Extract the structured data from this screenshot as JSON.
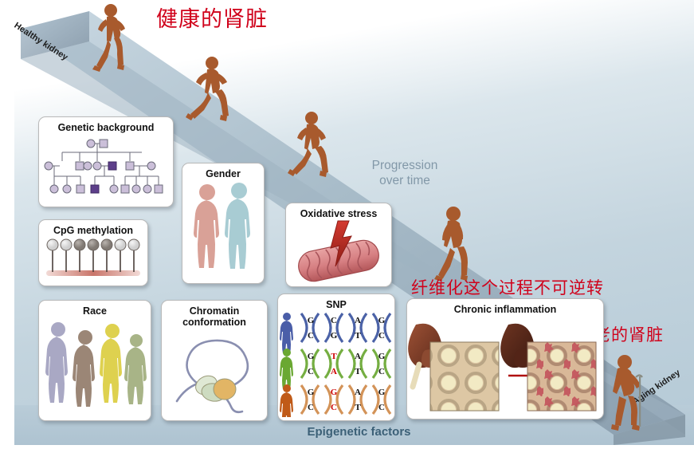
{
  "figure": {
    "type": "scientific-diagram",
    "subject": "Kidney aging progression and epigenetic factors",
    "background_color": "#c3d4de",
    "ramp_color": "#9fb3c1"
  },
  "ramp": {
    "start_label": "Healthy kidney",
    "end_label": "Aging kidney",
    "progression_label": "Progression\nover time",
    "progression_line1": "Progression",
    "progression_line2": "over time"
  },
  "annotations": {
    "healthy_cn": "健康的肾脏",
    "fibrosis_cn": "纤维化这个过程不可逆转",
    "aging_cn": "衰老的肾脏",
    "color": "#d0021b"
  },
  "footer": {
    "label": "Epigenetic factors",
    "color": "#3c6077"
  },
  "cards": [
    {
      "id": "genetic-background",
      "title": "Genetic background",
      "icon": "pedigree-chart",
      "detail": "Three-generation family pedigree with circles (female) and squares (male); two affected individuals filled dark purple"
    },
    {
      "id": "cpg-methylation",
      "title": "CpG methylation",
      "icon": "methylation-lollipops",
      "detail": "Seven lollipop markers on a pink DNA strand; three central markers are darkly shaded (methylated)"
    },
    {
      "id": "gender",
      "title": "Gender",
      "icon": "male-female-silhouettes",
      "detail": "Salmon-pink female silhouette and light blue male silhouette"
    },
    {
      "id": "oxidative-stress",
      "title": "Oxidative stress",
      "icon": "mitochondrion-lightning",
      "detail": "Red mitochondrion with cristae struck by a red lightning bolt"
    },
    {
      "id": "race",
      "title": "Race",
      "icon": "four-people-silhouettes",
      "detail": "Four silhouettes in purple, brown, yellow and green"
    },
    {
      "id": "chromatin-conformation",
      "title": "Chromatin\nconformation",
      "title_line1": "Chromatin",
      "title_line2": "conformation",
      "icon": "chromatin-loop-nucleosome",
      "detail": "Looped DNA strand wrapped around a nucleosome core"
    },
    {
      "id": "snp",
      "title": "SNP",
      "icon": "dna-double-helix-triplet",
      "detail": "Three DNA double helices (blue, green, orange) showing a single-nucleotide polymorphism at the second base"
    },
    {
      "id": "chronic-inflammation",
      "title": "Chronic inflammation",
      "icon": "kidney-histology-fibrosis",
      "arrow_label": "Fibrosis",
      "detail": "Healthy kidney with normal histology transitions via fibrosis to an inflamed kidney with red fibrotic infiltrate"
    }
  ],
  "snp_data": {
    "title": "SNP",
    "strands": [
      {
        "person_color": "#4a5ea8",
        "helix_color": "#3c55a0",
        "bases": [
          {
            "top": "G",
            "bottom": "C",
            "variant": false
          },
          {
            "top": "C",
            "bottom": "G",
            "variant": false
          },
          {
            "top": "A",
            "bottom": "T",
            "variant": false
          },
          {
            "top": "G",
            "bottom": "C",
            "variant": false
          }
        ]
      },
      {
        "person_color": "#6aa832",
        "helix_color": "#5f9b2e",
        "bases": [
          {
            "top": "G",
            "bottom": "C",
            "variant": false
          },
          {
            "top": "T",
            "bottom": "A",
            "variant": true
          },
          {
            "top": "A",
            "bottom": "T",
            "variant": false
          },
          {
            "top": "G",
            "bottom": "C",
            "variant": false
          }
        ]
      },
      {
        "person_color": "#c05a18",
        "helix_color": "#d08a4a",
        "bases": [
          {
            "top": "G",
            "bottom": "C",
            "variant": false
          },
          {
            "top": "G",
            "bottom": "C",
            "variant": true
          },
          {
            "top": "A",
            "bottom": "T",
            "variant": false
          },
          {
            "top": "G",
            "bottom": "C",
            "variant": false
          }
        ]
      }
    ],
    "variant_color": "#cc0000"
  },
  "people_on_ramp": [
    {
      "pose": "running",
      "stage": "healthy",
      "color": "#a85a2d"
    },
    {
      "pose": "running",
      "stage": "early",
      "color": "#a85a2d"
    },
    {
      "pose": "running",
      "stage": "mid",
      "color": "#a85a2d"
    },
    {
      "pose": "walking",
      "stage": "late",
      "color": "#a85a2d"
    },
    {
      "pose": "elderly-with-cane",
      "stage": "aging",
      "color": "#a85a2d"
    }
  ],
  "race_colors": [
    "#a9a8c4",
    "#9b8676",
    "#ded14f",
    "#a8b487"
  ],
  "gender_colors": {
    "female": "#d9a197",
    "male": "#a8ccd3"
  }
}
